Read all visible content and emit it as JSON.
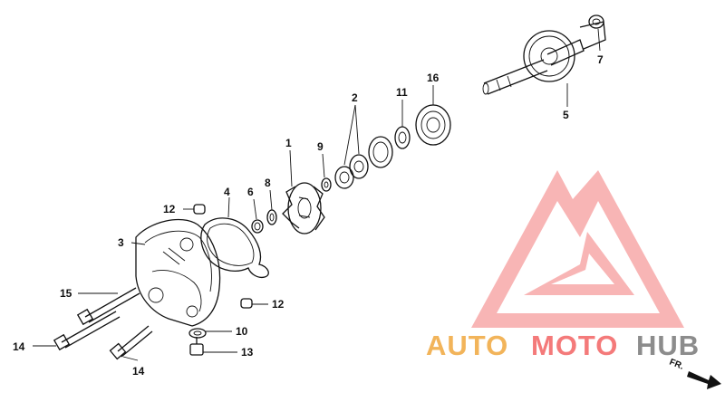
{
  "callouts": {
    "c1": "1",
    "c2": "2",
    "c3": "3",
    "c4": "4",
    "c5": "5",
    "c6": "6",
    "c7": "7",
    "c8": "8",
    "c9": "9",
    "c10": "10",
    "c11": "11",
    "c12a": "12",
    "c12b": "12",
    "c13": "13",
    "c14a": "14",
    "c14b": "14",
    "c15": "15",
    "c16": "16"
  },
  "watermark": {
    "part1": "AUTO",
    "part2": "MOTO",
    "part3": "HUB",
    "color_primary": "#f47a7a",
    "color_secondary": "#f2b45a",
    "color_dark": "#8c8c8c"
  },
  "direction": {
    "label": "FR."
  }
}
